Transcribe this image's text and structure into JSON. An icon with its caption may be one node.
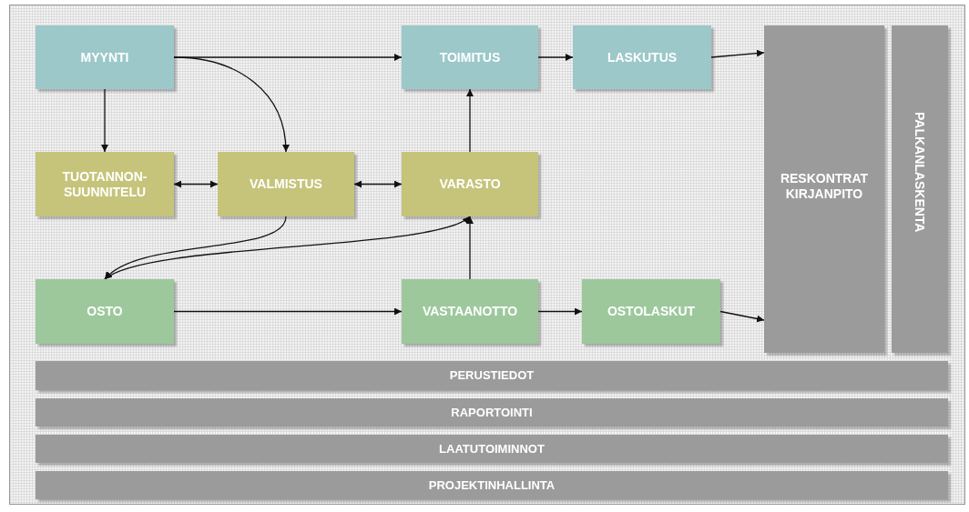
{
  "diagram": {
    "nodes": [
      {
        "text": [
          "MYYNTI"
        ]
      },
      {
        "text": [
          "TOIMITUS"
        ]
      },
      {
        "text": [
          "LASKUTUS"
        ]
      },
      {
        "text": [
          "RESKONTRAT KIRJANPITO"
        ]
      },
      {
        "text": [
          "PALKANLASKENTA"
        ]
      },
      {
        "text": [
          "TUOTANNON-SUUNNITELU"
        ]
      },
      {
        "text": [
          "VALMISTUS"
        ]
      },
      {
        "text": [
          "VARASTO"
        ]
      },
      {
        "text": [
          "OSTO"
        ]
      },
      {
        "text": [
          "VASTAANOTTO"
        ]
      },
      {
        "text": [
          "OSTOLASKUT"
        ]
      },
      {
        "text": [
          "PERUSTIEDOT"
        ]
      },
      {
        "text": [
          "RAPORTOINTI"
        ]
      },
      {
        "text": [
          "LAATUTOIMINNOT"
        ]
      },
      {
        "text": [
          "PROJEKTINHALLINTA"
        ]
      }
    ],
    "edges": [
      {
        "from": 0,
        "to": 1,
        "arrow": "to"
      },
      {
        "from": 0,
        "to": 5,
        "arrow": "to"
      },
      {
        "from": 0,
        "to": 6,
        "arrow": "to"
      },
      {
        "from": 1,
        "to": 2,
        "arrow": "to"
      },
      {
        "from": 2,
        "to": 3,
        "arrow": "to"
      },
      {
        "from": 5,
        "to": 6,
        "arrow": "both"
      },
      {
        "from": 6,
        "to": 7,
        "arrow": "both"
      },
      {
        "from": 7,
        "to": 1,
        "arrow": "to"
      },
      {
        "from": 6,
        "to": 8,
        "arrow": "to"
      },
      {
        "from": 8,
        "to": 7,
        "arrow": "both"
      },
      {
        "from": 8,
        "to": 9,
        "arrow": "to"
      },
      {
        "from": 9,
        "to": 7,
        "arrow": "to"
      },
      {
        "from": 9,
        "to": 10,
        "arrow": "to"
      },
      {
        "from": 10,
        "to": 3,
        "arrow": "to"
      }
    ]
  }
}
